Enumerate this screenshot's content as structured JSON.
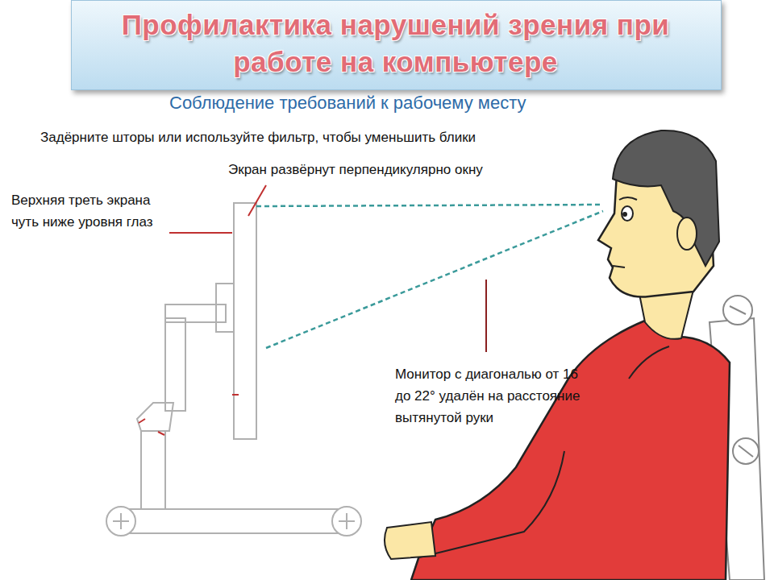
{
  "diagram": {
    "title": "Профилактика нарушений зрения при работе на компьютере",
    "labels": [
      "Соблюдение требований к рабочему месту",
      "Задёрните шторы или используйте фильтр, чтобы уменьшить блики",
      "Экран развёрнут перпендикулярно окну",
      "Верхняя треть экрана чуть ниже уровня глаз",
      "Монитор с диагональю от 16 до 22° удалён на расстояние вытянутой руки"
    ]
  }
}
